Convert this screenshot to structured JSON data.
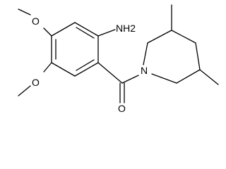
{
  "molecule": {
    "labels": {
      "amine": "NH2",
      "ring_nitrogen": "N",
      "carbonyl_oxygen": "O",
      "methoxy_top_oxygen": "O",
      "methoxy_bottom_oxygen": "O"
    },
    "colors": {
      "bond": "#000000",
      "text": "#000000",
      "background": "#ffffff"
    }
  }
}
